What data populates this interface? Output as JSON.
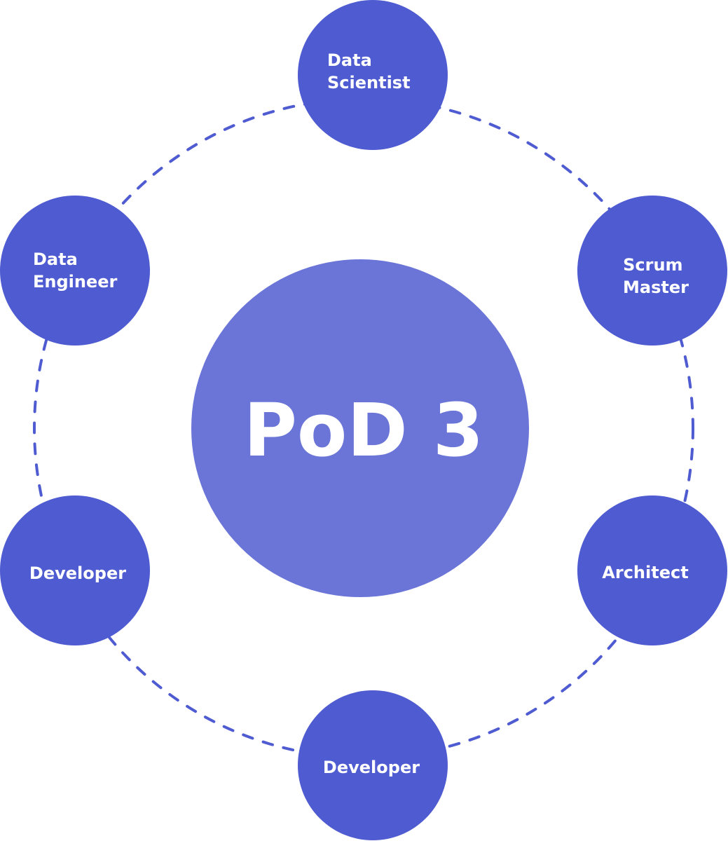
{
  "colors": {
    "role_node": "#4f5bd1",
    "center_node": "#6a75d7",
    "connector": "#4f5bd1",
    "text": "#ffffff"
  },
  "center": {
    "label": "PoD 3"
  },
  "roles": [
    {
      "id": "data-scientist",
      "lines": [
        "Data",
        "Scientist"
      ]
    },
    {
      "id": "scrum-master",
      "lines": [
        "Scrum",
        "Master"
      ]
    },
    {
      "id": "architect",
      "lines": [
        "Architect"
      ]
    },
    {
      "id": "developer-bottom",
      "lines": [
        "Developer"
      ]
    },
    {
      "id": "developer-left",
      "lines": [
        "Developer"
      ]
    },
    {
      "id": "data-engineer",
      "lines": [
        "Data",
        "Engineer"
      ]
    }
  ]
}
